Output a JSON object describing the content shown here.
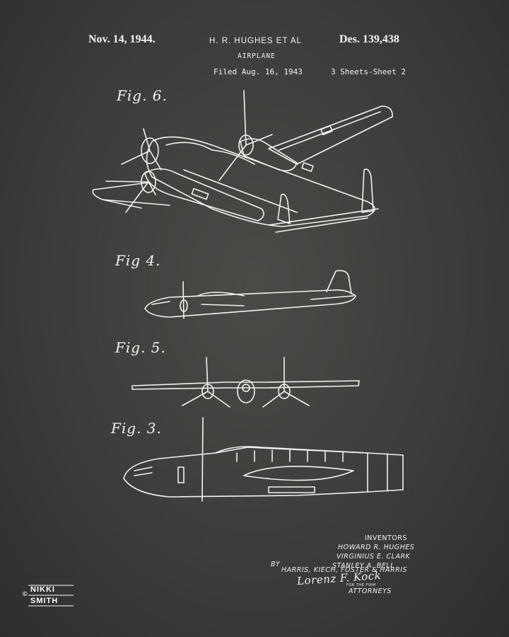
{
  "header": {
    "date": "Nov. 14, 1944.",
    "inventor": "H. R. HUGHES ET AL",
    "design_number": "Des. 139,438",
    "title": "AIRPLANE",
    "filed": "Filed Aug. 16, 1943",
    "sheets": "3 Sheets-Sheet 2"
  },
  "figures": {
    "fig6": "Fig. 6.",
    "fig4": "Fig 4.",
    "fig5": "Fig. 5.",
    "fig3": "Fig. 3."
  },
  "inventors": {
    "heading": "INVENTORS",
    "names": [
      "HOWARD R. HUGHES",
      "VIRGINIUS E. CLARK",
      "STANLEY A. BELL"
    ],
    "by": "BY",
    "firm": "HARRIS, KIECH, FOSTER & HARRIS",
    "for_the_firm": "FOR THE FIRM",
    "signature": "Lorenz F. Kock",
    "attorneys": "ATTORNEYS"
  },
  "watermark": {
    "line1": "NIKKI",
    "line2": "SMITH",
    "symbol": "©"
  },
  "colors": {
    "background": "#3c3c3a",
    "ink": "#f4f4f0"
  }
}
